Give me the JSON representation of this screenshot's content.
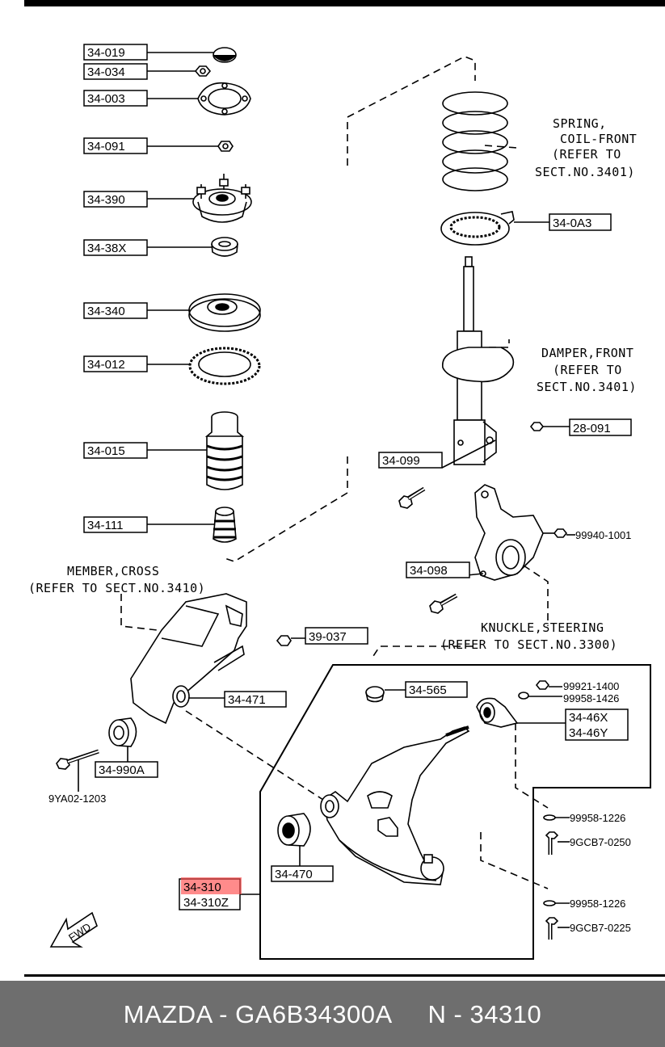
{
  "labels": {
    "l34_019": "34-019",
    "l34_034": "34-034",
    "l34_003": "34-003",
    "l34_091": "34-091",
    "l34_390": "34-390",
    "l34_38x": "34-38X",
    "l34_340": "34-340",
    "l34_012": "34-012",
    "l34_015": "34-015",
    "l34_111": "34-111",
    "l34_0a3": "34-0A3",
    "l28_091": "28-091",
    "l34_099": "34-099",
    "l99940": "99940-1001",
    "l34_098": "34-098",
    "l39_037": "39-037",
    "l34_471": "34-471",
    "l34_565": "34-565",
    "l99921": "99921-1400",
    "l99958a": "99958-1426",
    "l34_46x": "34-46X",
    "l34_46y": "34-46Y",
    "l34_990a": "34-990A",
    "l9ya02": "9YA02-1203",
    "l34_470": "34-470",
    "l34_310": "34-310",
    "l34_310z": "34-310Z",
    "l99958b": "99958-1226",
    "l9gcb7a": "9GCB7-0250",
    "l99958c": "99958-1226",
    "l9gcb7b": "9GCB7-0225"
  },
  "notes": {
    "spring": [
      "SPRING,",
      "COIL-FRONT",
      "(REFER TO",
      "SECT.NO.3401)"
    ],
    "damper": [
      "DAMPER,FRONT",
      "(REFER TO",
      "SECT.NO.3401)"
    ],
    "member": [
      "MEMBER,CROSS",
      "(REFER TO SECT.NO.3410)"
    ],
    "knuckle": [
      "KNUCKLE,STEERING",
      "(REFER TO SECT.NO.3300)"
    ]
  },
  "fwd": "FWD",
  "highlight_color": "#ff4d4d",
  "footer": "MAZDA - GA6B34300A     N - 34310"
}
